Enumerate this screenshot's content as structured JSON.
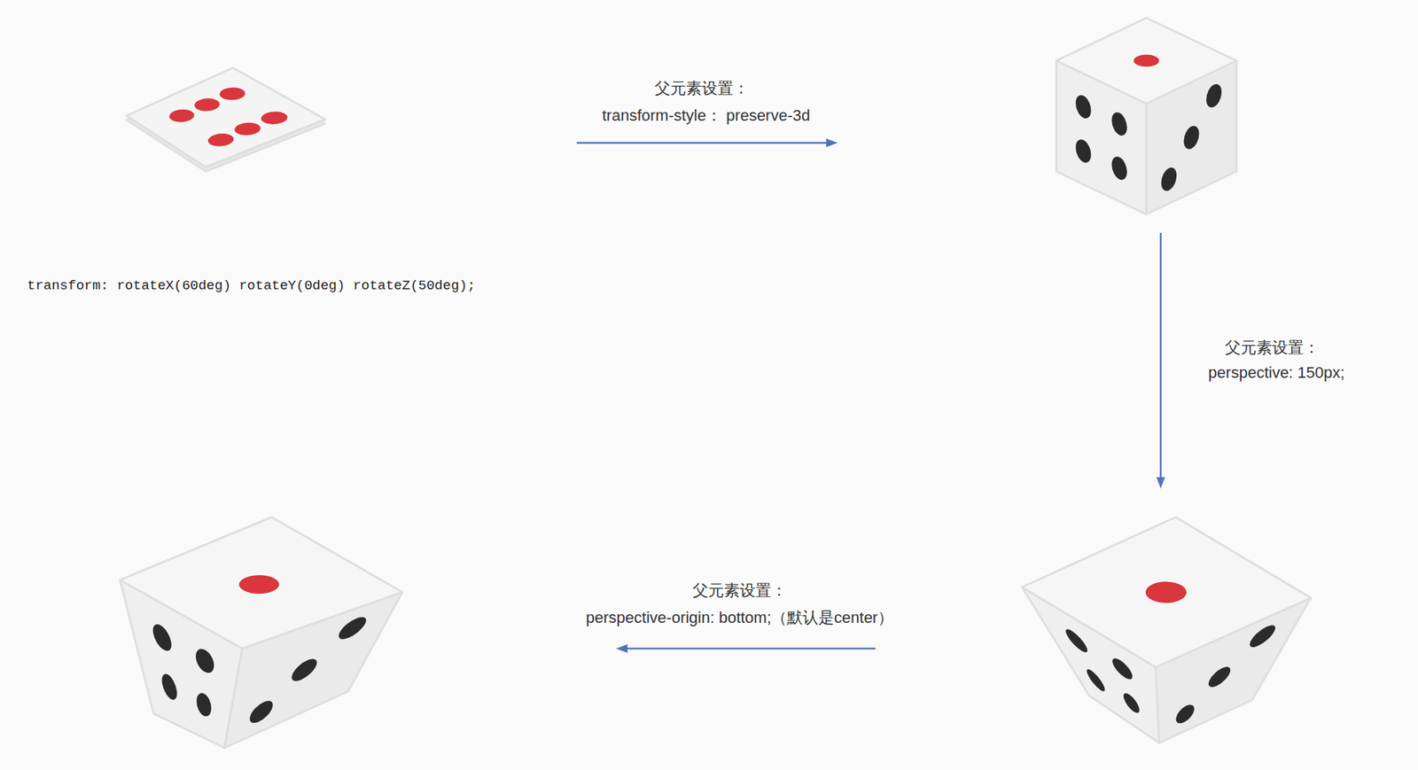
{
  "diagram": {
    "labels": [
      "父元素设置：",
      "transform-style： preserve-3d",
      "transform: rotateX(60deg) rotateY(0deg) rotateZ(50deg);",
      "父元素设置：",
      "perspective: 150px;",
      "父元素设置：",
      "perspective-origin: bottom;（默认是center）"
    ]
  }
}
